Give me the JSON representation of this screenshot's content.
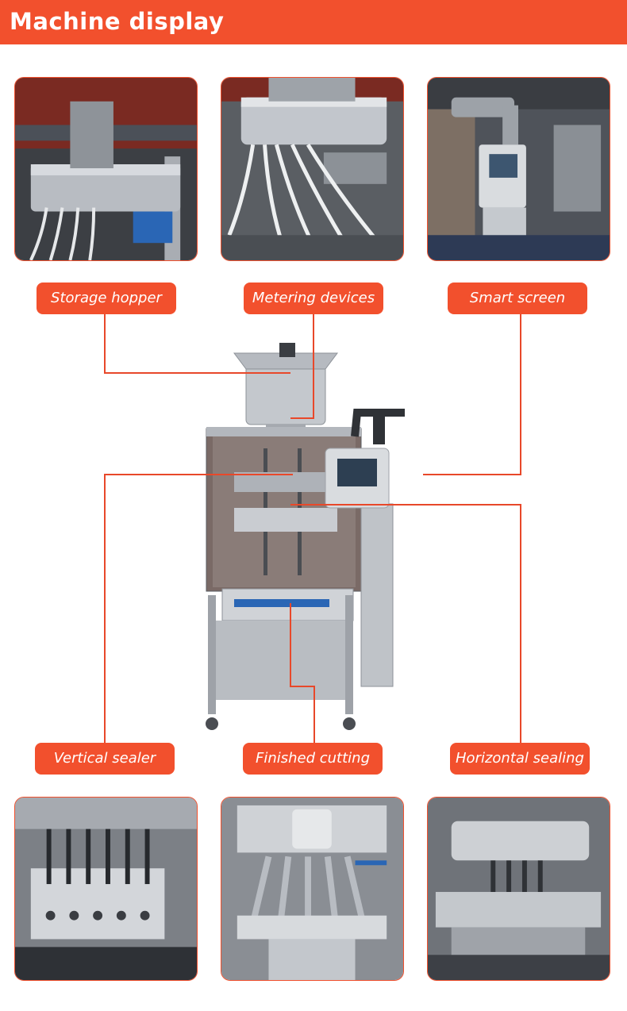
{
  "header": {
    "title": "Machine display"
  },
  "labels": {
    "storage_hopper": "Storage hopper",
    "metering_devices": "Metering devices",
    "smart_screen": "Smart screen",
    "vertical_sealer": "Vertical sealer",
    "finished_cutting": "Finished cutting",
    "horizontal_sealing": "Horizontal sealing"
  },
  "colors": {
    "accent": "#f2502d",
    "steel": "#c9ccd1",
    "dark_steel": "#6d7278"
  }
}
